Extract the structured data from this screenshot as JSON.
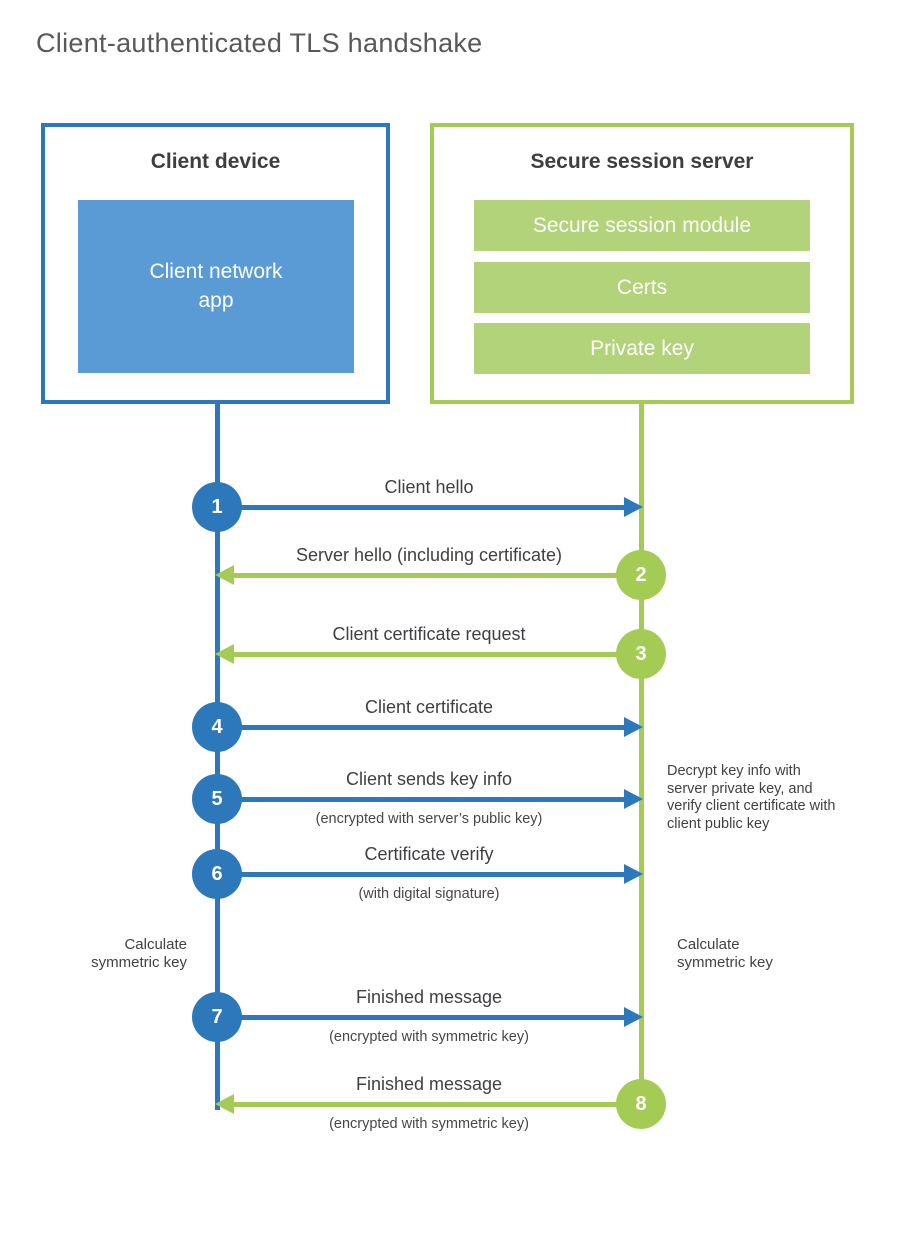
{
  "page": {
    "title": "Client-authenticated TLS handshake"
  },
  "colors": {
    "client_accent": "#2d77bb",
    "client_fill": "#5b9bd5",
    "server_accent": "#a4cc55",
    "server_fill": "#b3d37b",
    "heading_text": "#3d3e40",
    "label_text": "#3f4043"
  },
  "client": {
    "title": "Client device",
    "app_line1": "Client network",
    "app_line2": "app"
  },
  "server": {
    "title": "Secure session server",
    "modules": [
      "Secure session module",
      "Certs",
      "Private key"
    ]
  },
  "steps": [
    {
      "num": "1",
      "actor": "client",
      "direction": "right",
      "label": "Client hello",
      "sub": ""
    },
    {
      "num": "2",
      "actor": "server",
      "direction": "left",
      "label": "Server hello (including certificate)",
      "sub": ""
    },
    {
      "num": "3",
      "actor": "server",
      "direction": "left",
      "label": "Client certificate request",
      "sub": ""
    },
    {
      "num": "4",
      "actor": "client",
      "direction": "right",
      "label": "Client certificate",
      "sub": ""
    },
    {
      "num": "5",
      "actor": "client",
      "direction": "right",
      "label": "Client sends key info",
      "sub": "(encrypted with server’s public key)"
    },
    {
      "num": "6",
      "actor": "client",
      "direction": "right",
      "label": "Certificate verify",
      "sub": "(with digital signature)"
    },
    {
      "num": "7",
      "actor": "client",
      "direction": "right",
      "label": "Finished message",
      "sub": "(encrypted with symmetric key)"
    },
    {
      "num": "8",
      "actor": "server",
      "direction": "left",
      "label": "Finished message",
      "sub": "(encrypted with symmetric key)"
    }
  ],
  "notes": {
    "decrypt_note": "Decrypt key info with server private key, and verify client certificate with client public key",
    "calc_left": "Calculate symmetric key",
    "calc_right": "Calculate symmetric key"
  }
}
